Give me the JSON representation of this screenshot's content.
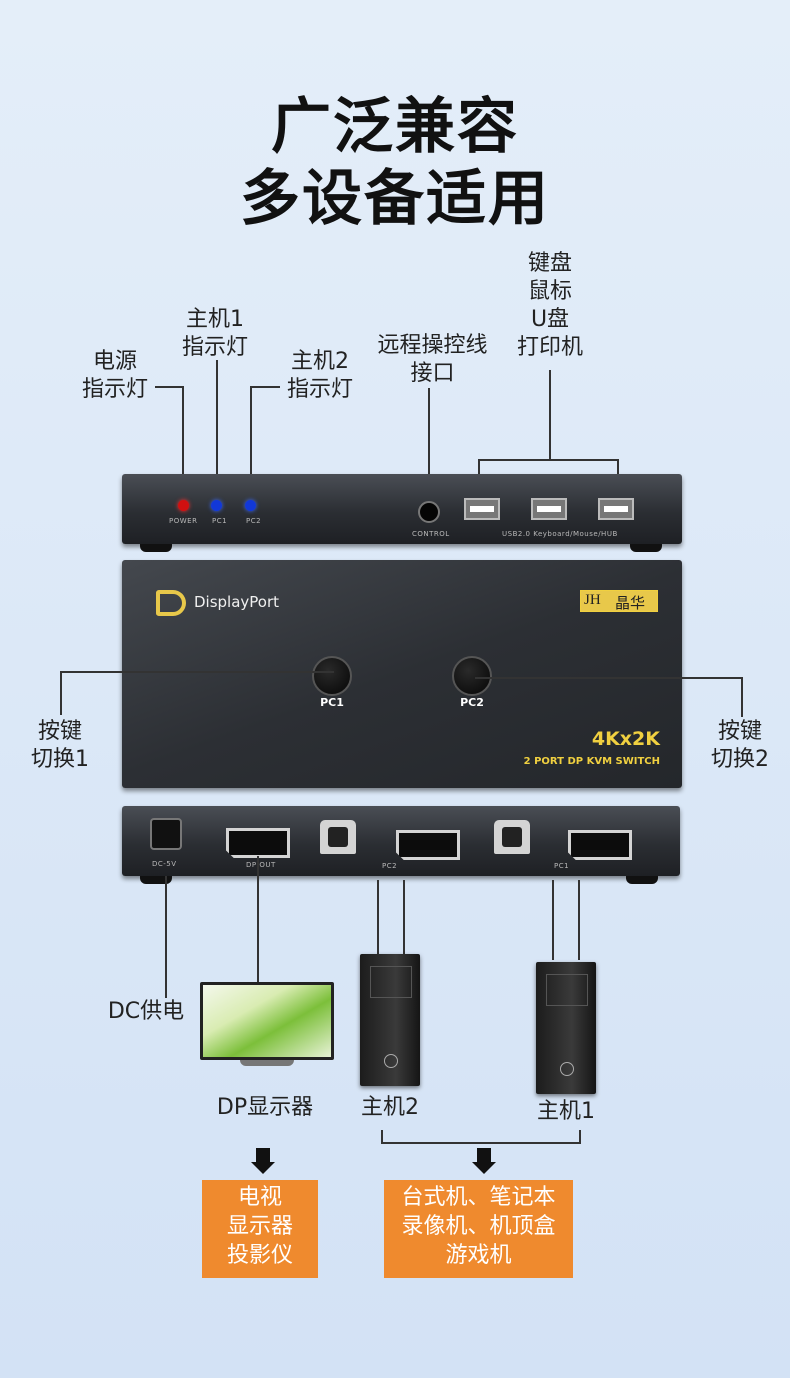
{
  "headline": {
    "line1": "广泛兼容",
    "line2": "多设备适用"
  },
  "top_labels": {
    "power_led": "电源\n指示灯",
    "pc1_led": "主机1\n指示灯",
    "pc2_led": "主机2\n指示灯",
    "control": "远程操控线\n接口",
    "usb": "键盘\n鼠标\nU盘\n打印机"
  },
  "front_panel": {
    "power_text": "POWER",
    "pc1_text": "PC1",
    "pc2_text": "PC2",
    "control_text": "CONTROL",
    "usb_text": "USB2.0 Keyboard/Mouse/HUB",
    "led_colors": {
      "power": "#d01010",
      "pc1": "#1238d8",
      "pc2": "#1238d8"
    }
  },
  "top_panel": {
    "logo_text": "DisplayPort",
    "brand_box": "JH",
    "brand_cn": "晶华",
    "button1": "PC1",
    "button2": "PC2",
    "spec_big": "4Kx2K",
    "spec_small": "2 PORT DP KVM SWITCH"
  },
  "side_labels": {
    "btn1": "按键\n切换1",
    "btn2": "按键\n切换2"
  },
  "rear_panel": {
    "dc_text": "DC-5V",
    "dpout_text": "DP OUT",
    "pc2_tag": "PC2",
    "pc1_tag": "PC1"
  },
  "bottom_labels": {
    "dc": "DC供电",
    "monitor": "DP显示器",
    "host2": "主机2",
    "host1": "主机1"
  },
  "orange_boxes": {
    "display": "电视\n显示器\n投影仪",
    "computers": "台式机、笔记本\n录像机、机顶盒\n游戏机"
  },
  "colors": {
    "accent_orange": "#ef8a2e",
    "logo_yellow": "#e8c84a",
    "spec_yellow": "#f0d040"
  }
}
